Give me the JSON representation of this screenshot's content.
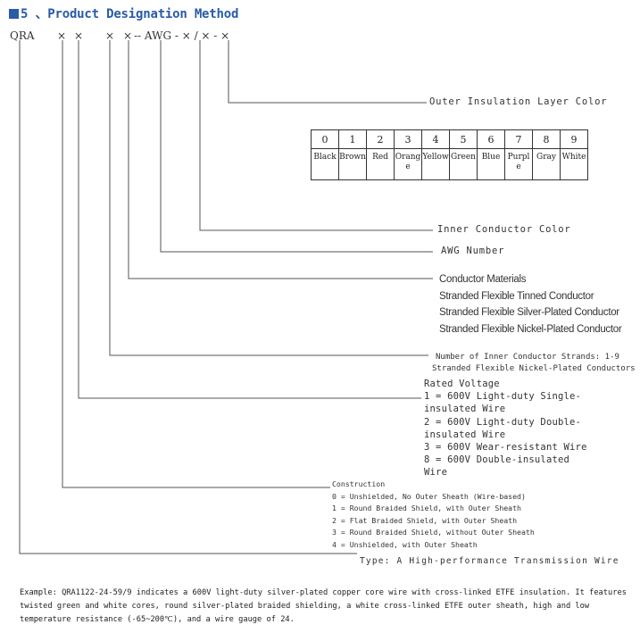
{
  "title": "5 、Product Designation Method",
  "code": {
    "prefix": "QRA",
    "x1": "×",
    "x2": "×",
    "x3": "×",
    "x4": "×",
    "mid": "-- AWG - × / × - ×"
  },
  "outer_color_label": "Outer Insulation Layer Color",
  "color_table": {
    "numbers": [
      "0",
      "1",
      "2",
      "3",
      "4",
      "5",
      "6",
      "7",
      "8",
      "9"
    ],
    "names": [
      "Black",
      "Brown",
      "Red",
      "Orange",
      "Yellow",
      "Green",
      "Blue",
      "Purple",
      "Gray",
      "White"
    ]
  },
  "inner_color_label": "Inner Conductor Color",
  "awg_label": "AWG Number",
  "conductor": {
    "heading": "Conductor Materials",
    "items": [
      "Stranded Flexible Tinned Conductor",
      "Stranded Flexible Silver-Plated Conductor",
      "Stranded Flexible Nickel-Plated Conductor"
    ]
  },
  "strands": {
    "line1": "Number of Inner Conductor Strands: 1-9",
    "line2": "Stranded Flexible Nickel-Plated Conductors"
  },
  "voltage": {
    "heading": "Rated Voltage",
    "lines": [
      "1 = 600V Light-duty Single-",
      "insulated Wire",
      "2 = 600V Light-duty Double-",
      "insulated Wire",
      "3 = 600V Wear-resistant Wire",
      "8 = 600V Double-insulated",
      "Wire"
    ]
  },
  "construction": {
    "heading": "Construction",
    "items": [
      "0 = Unshielded, No Outer Sheath (Wire-based)",
      "1 = Round Braided Shield, with Outer Sheath",
      "2 = Flat Braided Shield, with Outer Sheath",
      "3 = Round Braided Shield, without Outer Sheath",
      "4 = Unshielded, with Outer Sheath"
    ]
  },
  "type_label": "Type: A High-performance Transmission Wire",
  "example": "Example: QRA1122-24-59/9 indicates a 600V light-duty silver-plated copper core wire with cross-linked ETFE insulation. It features twisted green and white cores, round silver-plated braided shielding, a white cross-linked ETFE outer sheath, high and low temperature resistance (-65~200℃), and a wire gauge of 24."
}
